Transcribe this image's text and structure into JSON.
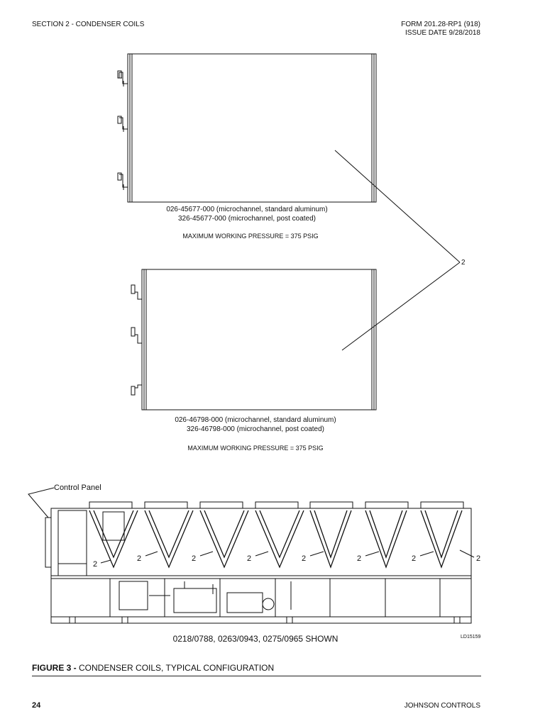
{
  "header": {
    "section": "SECTION 2 - CONDENSER COILS",
    "form": "FORM 201.28-RP1 (918)",
    "issue": "ISSUE DATE 9/28/2018"
  },
  "coil_top": {
    "part_standard": "026-45677-000 (microchannel, standard aluminum)",
    "part_coated": "326-45677-000 (microchannel, post coated)",
    "pressure": "MAXIMUM WORKING PRESSURE = 375 PSIG"
  },
  "coil_bottom": {
    "part_standard": "026-46798-000 (microchannel, standard aluminum)",
    "part_coated": "326-46798-000 (microchannel, post coated)",
    "pressure": "MAXIMUM WORKING PRESSURE = 375 PSIG"
  },
  "callout": "2",
  "unit": {
    "control_panel_label": "Control Panel",
    "coil_callouts": [
      "2",
      "2",
      "2",
      "2",
      "2",
      "2",
      "2",
      "2"
    ],
    "shown_caption": "0218/0788, 0263/0943, 0275/0965 SHOWN",
    "drawing_id": "LD15159"
  },
  "figure": {
    "number": "FIGURE 3 -",
    "title": "CONDENSER COILS, TYPICAL CONFIGURATION"
  },
  "footer": {
    "page": "24",
    "company": "JOHNSON CONTROLS"
  }
}
